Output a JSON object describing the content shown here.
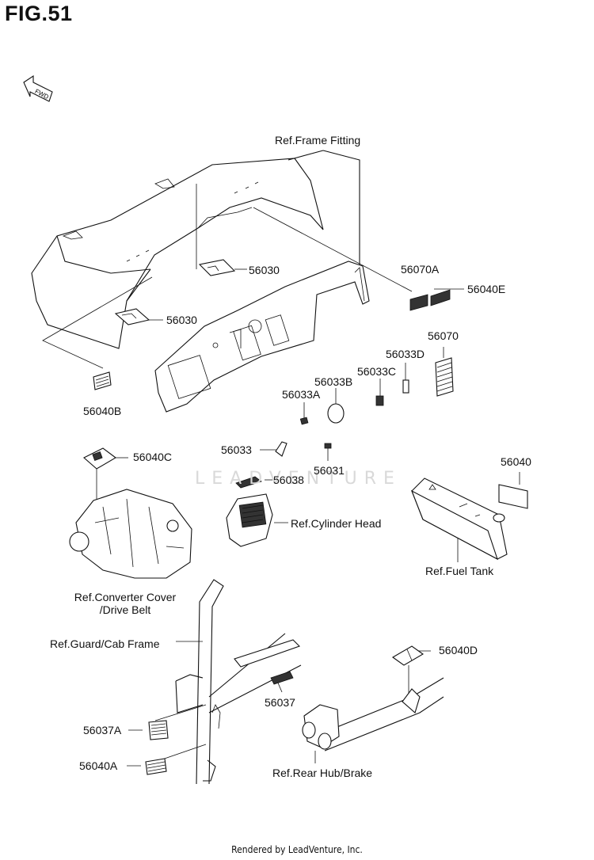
{
  "figure": {
    "title": "FIG.51"
  },
  "direction_badge": {
    "text": "FWD"
  },
  "labels": {
    "ref_frame_fitting": "Ref.Frame Fitting",
    "p56030_upper": "56030",
    "p56030_lower": "56030",
    "p56070A": "56070A",
    "p56040E": "56040E",
    "p56070": "56070",
    "p56033D": "56033D",
    "p56033C": "56033C",
    "p56033B": "56033B",
    "p56033A": "56033A",
    "p56040B": "56040B",
    "p56040C": "56040C",
    "p56033": "56033",
    "p56031": "56031",
    "p56038": "56038",
    "p56040": "56040",
    "ref_cylinder_head": "Ref.Cylinder Head",
    "ref_fuel_tank": "Ref.Fuel Tank",
    "ref_converter_cover_1": "Ref.Converter Cover",
    "ref_converter_cover_2": "/Drive Belt",
    "ref_guard_cab_frame": "Ref.Guard/Cab Frame",
    "p56040D": "56040D",
    "p56037": "56037",
    "p56037A": "56037A",
    "p56040A": "56040A",
    "ref_rear_hub_brake": "Ref.Rear Hub/Brake"
  },
  "watermark": {
    "text": "LEADVENTURE"
  },
  "footer": {
    "text": "Rendered by LeadVenture, Inc."
  }
}
